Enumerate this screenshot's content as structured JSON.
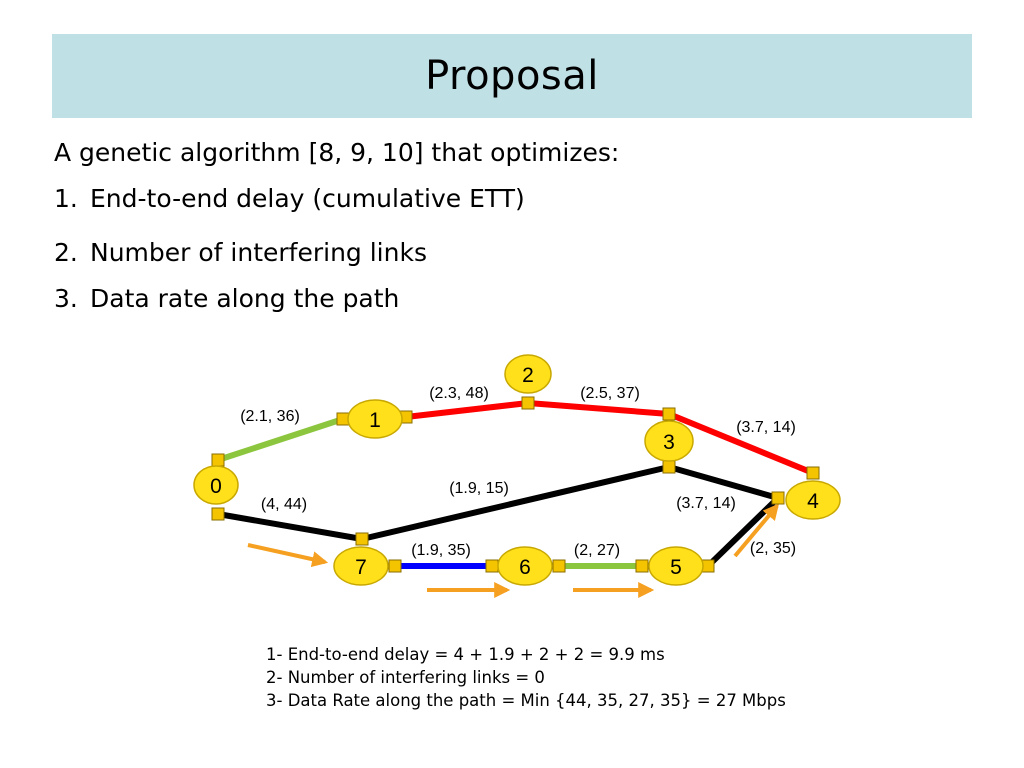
{
  "slide": {
    "title": "Proposal",
    "intro": "A genetic algorithm [8, 9, 10] that optimizes:",
    "objectives": [
      {
        "num": "1.",
        "text": "End-to-end delay (cumulative ETT)"
      },
      {
        "num": "2.",
        "text": "Number of interfering links"
      },
      {
        "num": "3.",
        "text": "Data rate along the path"
      }
    ]
  },
  "diagram": {
    "nodes": [
      "0",
      "1",
      "2",
      "3",
      "4",
      "5",
      "6",
      "7"
    ],
    "links": [
      {
        "from": "0",
        "to": "1",
        "label": "(2.1, 36)",
        "color": "#8cc63f"
      },
      {
        "from": "1",
        "to": "2",
        "label": "(2.3, 48)",
        "color": "#ff0000"
      },
      {
        "from": "2",
        "to": "3",
        "label": "(2.5, 37)",
        "color": "#ff0000"
      },
      {
        "from": "3",
        "to": "4",
        "label": "(3.7, 14)",
        "color": "#ff0000"
      },
      {
        "from": "3",
        "to": "4",
        "label": "(3.7, 14)",
        "color": "#000000"
      },
      {
        "from": "7",
        "to": "3",
        "label": "(1.9, 15)",
        "color": "#000000"
      },
      {
        "from": "0",
        "to": "7",
        "label": "(4, 44)",
        "color": "#000000"
      },
      {
        "from": "7",
        "to": "6",
        "label": "(1.9, 35)",
        "color": "#0000ff"
      },
      {
        "from": "6",
        "to": "5",
        "label": "(2, 27)",
        "color": "#8cc63f"
      },
      {
        "from": "5",
        "to": "4",
        "label": "(2, 35)",
        "color": "#000000"
      }
    ],
    "node_fill": "#ffe01a",
    "connector_fill": "#f5c400",
    "arrow_color": "#f5a020"
  },
  "summary": [
    "1- End-to-end delay = 4 + 1.9 + 2 + 2 = 9.9 ms",
    "2- Number of interfering links = 0",
    "3- Data Rate along the path = Min {44, 35, 27, 35} = 27 Mbps"
  ]
}
